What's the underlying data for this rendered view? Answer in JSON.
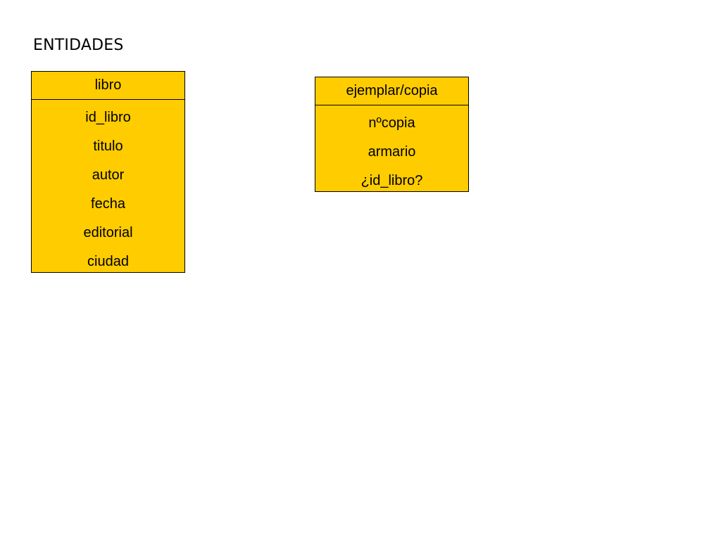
{
  "title": "ENTIDADES",
  "colors": {
    "entity_fill": "#FFCC00",
    "border": "#000000"
  },
  "entities": [
    {
      "name": "libro",
      "attributes": [
        "id_libro",
        "titulo",
        "autor",
        "fecha",
        "editorial",
        "ciudad"
      ]
    },
    {
      "name": "ejemplar/copia",
      "attributes": [
        "nºcopia",
        "armario",
        "¿id_libro?"
      ]
    }
  ]
}
